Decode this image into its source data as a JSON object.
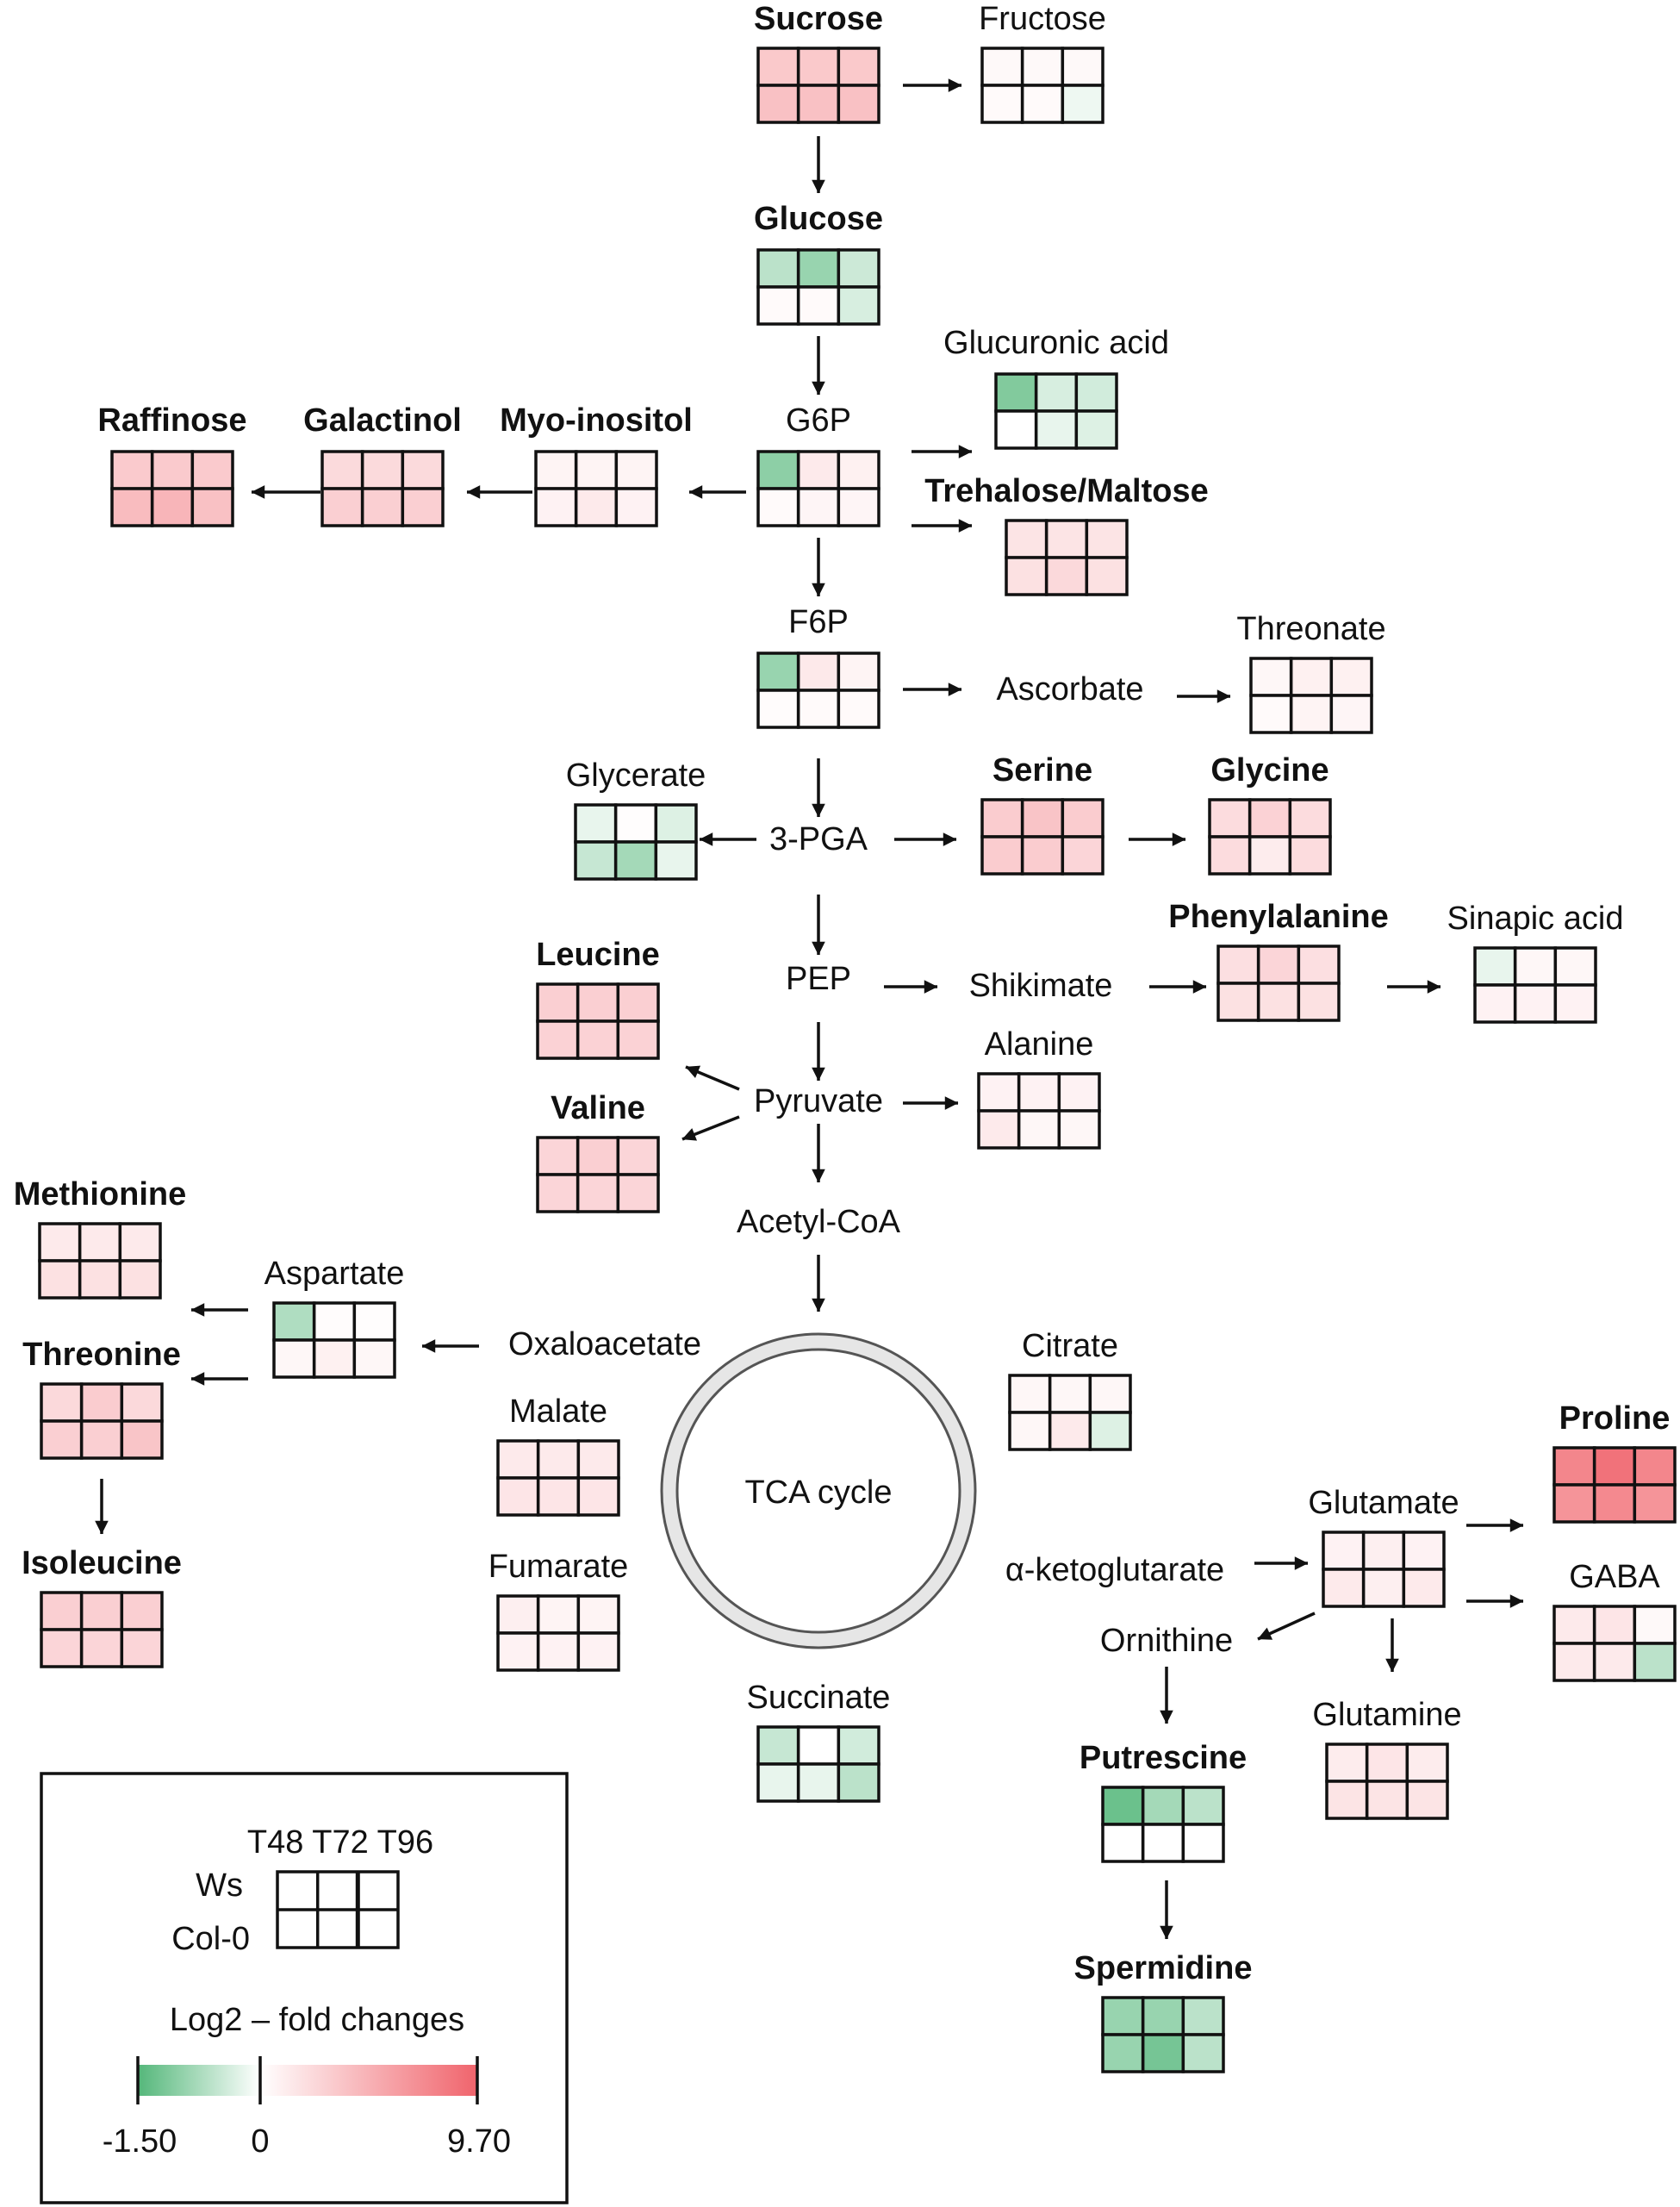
{
  "colors": {
    "low": "#54b77a",
    "zero": "#ffffff",
    "high": "#f0646c",
    "line": "#111111",
    "cycle_ring": "#e6e6e6"
  },
  "metabolites": [
    {
      "id": "sucrose",
      "label": "Sucrose",
      "bold": true,
      "values": [
        [
          3.4,
          3.4,
          3.4
        ],
        [
          3.9,
          3.9,
          3.9
        ]
      ]
    },
    {
      "id": "fructose",
      "label": "Fructose",
      "bold": false,
      "values": [
        [
          0.4,
          0.4,
          0.4
        ],
        [
          0.3,
          0.3,
          -0.15
        ]
      ]
    },
    {
      "id": "glucose",
      "label": "Glucose",
      "bold": true,
      "values": [
        [
          -0.6,
          -0.9,
          -0.45
        ],
        [
          0.3,
          0.3,
          -0.35
        ]
      ]
    },
    {
      "id": "glucuronic_acid",
      "label": "Glucuronic acid",
      "bold": false,
      "values": [
        [
          -1.1,
          -0.35,
          -0.4
        ],
        [
          0.0,
          -0.2,
          -0.3
        ]
      ]
    },
    {
      "id": "g6p",
      "label": "G6P",
      "bold": false,
      "values": [
        [
          -1.0,
          1.3,
          0.9
        ],
        [
          0.3,
          0.6,
          0.6
        ]
      ]
    },
    {
      "id": "myo_inositol",
      "label": "Myo-inositol",
      "bold": true,
      "values": [
        [
          0.7,
          0.7,
          0.7
        ],
        [
          0.8,
          1.3,
          0.8
        ]
      ]
    },
    {
      "id": "galactinol",
      "label": "Galactinol",
      "bold": true,
      "values": [
        [
          2.3,
          2.3,
          2.3
        ],
        [
          3.0,
          3.0,
          3.0
        ]
      ]
    },
    {
      "id": "raffinose",
      "label": "Raffinose",
      "bold": true,
      "values": [
        [
          3.3,
          3.3,
          3.3
        ],
        [
          4.2,
          4.6,
          3.9
        ]
      ]
    },
    {
      "id": "trehalose_maltose",
      "label": "Trehalose/Maltose",
      "bold": true,
      "values": [
        [
          1.7,
          1.7,
          1.7
        ],
        [
          1.9,
          2.4,
          1.9
        ]
      ]
    },
    {
      "id": "f6p",
      "label": "F6P",
      "bold": false,
      "values": [
        [
          -0.9,
          1.4,
          0.7
        ],
        [
          0.2,
          0.3,
          0.3
        ]
      ]
    },
    {
      "id": "threonate",
      "label": "Threonate",
      "bold": false,
      "values": [
        [
          0.5,
          0.9,
          0.9
        ],
        [
          0.3,
          0.7,
          0.6
        ]
      ]
    },
    {
      "id": "glycerate",
      "label": "Glycerate",
      "bold": false,
      "values": [
        [
          -0.2,
          0.1,
          -0.3
        ],
        [
          -0.5,
          -0.8,
          -0.2
        ]
      ]
    },
    {
      "id": "serine",
      "label": "Serine",
      "bold": true,
      "values": [
        [
          3.2,
          3.7,
          3.2
        ],
        [
          3.2,
          3.2,
          2.6
        ]
      ]
    },
    {
      "id": "glycine",
      "label": "Glycine",
      "bold": true,
      "values": [
        [
          2.2,
          2.8,
          2.2
        ],
        [
          2.2,
          1.2,
          2.2
        ]
      ]
    },
    {
      "id": "phenylalanine",
      "label": "Phenylalanine",
      "bold": true,
      "values": [
        [
          2.0,
          2.6,
          2.0
        ],
        [
          1.9,
          1.9,
          1.9
        ]
      ]
    },
    {
      "id": "sinapic_acid",
      "label": "Sinapic acid",
      "bold": false,
      "values": [
        [
          -0.2,
          0.5,
          0.5
        ],
        [
          0.8,
          0.8,
          0.8
        ]
      ]
    },
    {
      "id": "leucine",
      "label": "Leucine",
      "bold": true,
      "values": [
        [
          3.0,
          3.0,
          3.0
        ],
        [
          2.8,
          2.8,
          2.8
        ]
      ]
    },
    {
      "id": "alanine",
      "label": "Alanine",
      "bold": false,
      "values": [
        [
          0.8,
          0.8,
          0.8
        ],
        [
          1.3,
          0.5,
          0.5
        ]
      ]
    },
    {
      "id": "valine",
      "label": "Valine",
      "bold": true,
      "values": [
        [
          2.6,
          3.0,
          2.6
        ],
        [
          2.6,
          2.6,
          2.6
        ]
      ]
    },
    {
      "id": "methionine",
      "label": "Methionine",
      "bold": true,
      "values": [
        [
          1.3,
          1.3,
          1.3
        ],
        [
          1.9,
          1.9,
          1.9
        ]
      ]
    },
    {
      "id": "aspartate",
      "label": "Aspartate",
      "bold": false,
      "values": [
        [
          -0.7,
          0.2,
          0.1
        ],
        [
          0.5,
          0.9,
          0.5
        ]
      ]
    },
    {
      "id": "threonine",
      "label": "Threonine",
      "bold": true,
      "values": [
        [
          2.4,
          3.2,
          2.4
        ],
        [
          3.0,
          3.0,
          3.6
        ]
      ]
    },
    {
      "id": "isoleucine",
      "label": "Isoleucine",
      "bold": true,
      "values": [
        [
          3.0,
          3.0,
          3.0
        ],
        [
          2.6,
          2.6,
          2.6
        ]
      ]
    },
    {
      "id": "citrate",
      "label": "Citrate",
      "bold": false,
      "values": [
        [
          0.5,
          0.5,
          0.5
        ],
        [
          0.5,
          1.3,
          -0.3
        ]
      ]
    },
    {
      "id": "malate",
      "label": "Malate",
      "bold": false,
      "values": [
        [
          1.3,
          1.3,
          1.3
        ],
        [
          1.6,
          1.6,
          1.6
        ]
      ]
    },
    {
      "id": "fumarate",
      "label": "Fumarate",
      "bold": false,
      "values": [
        [
          1.0,
          0.7,
          0.7
        ],
        [
          0.8,
          0.8,
          0.8
        ]
      ]
    },
    {
      "id": "succinate",
      "label": "Succinate",
      "bold": false,
      "values": [
        [
          -0.5,
          0.0,
          -0.4
        ],
        [
          -0.2,
          -0.2,
          -0.6
        ]
      ]
    },
    {
      "id": "glutamate",
      "label": "Glutamate",
      "bold": false,
      "values": [
        [
          0.8,
          1.0,
          0.8
        ],
        [
          1.3,
          1.0,
          1.3
        ]
      ]
    },
    {
      "id": "proline",
      "label": "Proline",
      "bold": true,
      "values": [
        [
          7.6,
          8.8,
          7.6
        ],
        [
          6.7,
          7.4,
          6.7
        ]
      ]
    },
    {
      "id": "gaba",
      "label": "GABA",
      "bold": false,
      "values": [
        [
          1.3,
          1.6,
          0.4
        ],
        [
          1.3,
          1.3,
          -0.6
        ]
      ]
    },
    {
      "id": "glutamine",
      "label": "Glutamine",
      "bold": false,
      "values": [
        [
          1.2,
          1.6,
          1.2
        ],
        [
          1.7,
          1.7,
          1.7
        ]
      ]
    },
    {
      "id": "putrescine",
      "label": "Putrescine",
      "bold": true,
      "values": [
        [
          -1.3,
          -0.8,
          -0.6
        ],
        [
          0.0,
          0.0,
          0.0
        ]
      ]
    },
    {
      "id": "spermidine",
      "label": "Spermidine",
      "bold": true,
      "values": [
        [
          -0.9,
          -0.9,
          -0.6
        ],
        [
          -0.9,
          -1.2,
          -0.6
        ]
      ]
    }
  ],
  "intermediates": [
    {
      "id": "ascorbate",
      "label": "Ascorbate"
    },
    {
      "id": "pga",
      "label": "3-PGA"
    },
    {
      "id": "pep",
      "label": "PEP"
    },
    {
      "id": "shikimate",
      "label": "Shikimate"
    },
    {
      "id": "pyruvate",
      "label": "Pyruvate"
    },
    {
      "id": "acetyl_coa",
      "label": "Acetyl-CoA"
    },
    {
      "id": "oxaloacetate",
      "label": "Oxaloacetate"
    },
    {
      "id": "akg",
      "label": "α-ketoglutarate"
    },
    {
      "id": "ornithine",
      "label": "Ornithine"
    }
  ],
  "tca_cycle_label": "TCA cycle",
  "legend": {
    "time_points": "T48 T72 T96",
    "rows": [
      "Ws",
      "Col-0"
    ],
    "scale_title": "Log2 – fold changes",
    "min": -1.5,
    "mid": 0,
    "max": 9.7,
    "min_label": "-1.50",
    "mid_label": "0",
    "max_label": "9.70"
  }
}
